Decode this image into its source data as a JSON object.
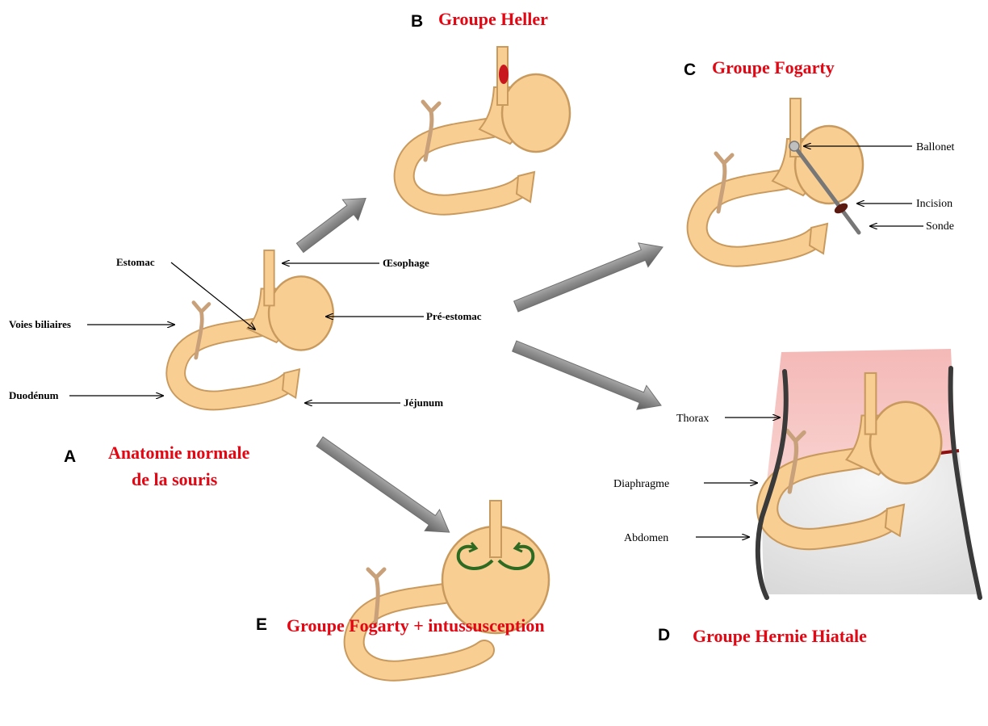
{
  "colors": {
    "organ": "#F9CE93",
    "organ_stroke": "#C99A5E",
    "bile": "#C8A079",
    "title_red": "#E30613",
    "thorax": "#F3B8B6",
    "diaphragm": "#8B1010",
    "abdomen": "#E6E6E6",
    "arrow": "#8C8C8C",
    "curl_arrow": "#2E6B22",
    "heller_cut": "#C8171E",
    "incision": "#5A1A12"
  },
  "panels": {
    "A": {
      "letter": "A",
      "title_line1": "Anatomie normale",
      "title_line2": "de la souris"
    },
    "B": {
      "letter": "B",
      "title": "Groupe Heller"
    },
    "C": {
      "letter": "C",
      "title": "Groupe Fogarty"
    },
    "D": {
      "letter": "D",
      "title": "Groupe Hernie Hiatale"
    },
    "E": {
      "letter": "E",
      "title": "Groupe Fogarty + intussusception"
    }
  },
  "anatomy_labels": {
    "estomac": "Estomac",
    "oesophage": "Œsophage",
    "voies_biliaires": "Voies biliaires",
    "pre_estomac": "Pré-estomac",
    "duodenum": "Duodénum",
    "jejunum": "Jéjunum"
  },
  "fogarty_labels": {
    "ballonet": "Ballonet",
    "incision": "Incision",
    "sonde": "Sonde"
  },
  "hernia_labels": {
    "thorax": "Thorax",
    "diaphragme": "Diaphragme",
    "abdomen": "Abdomen"
  }
}
